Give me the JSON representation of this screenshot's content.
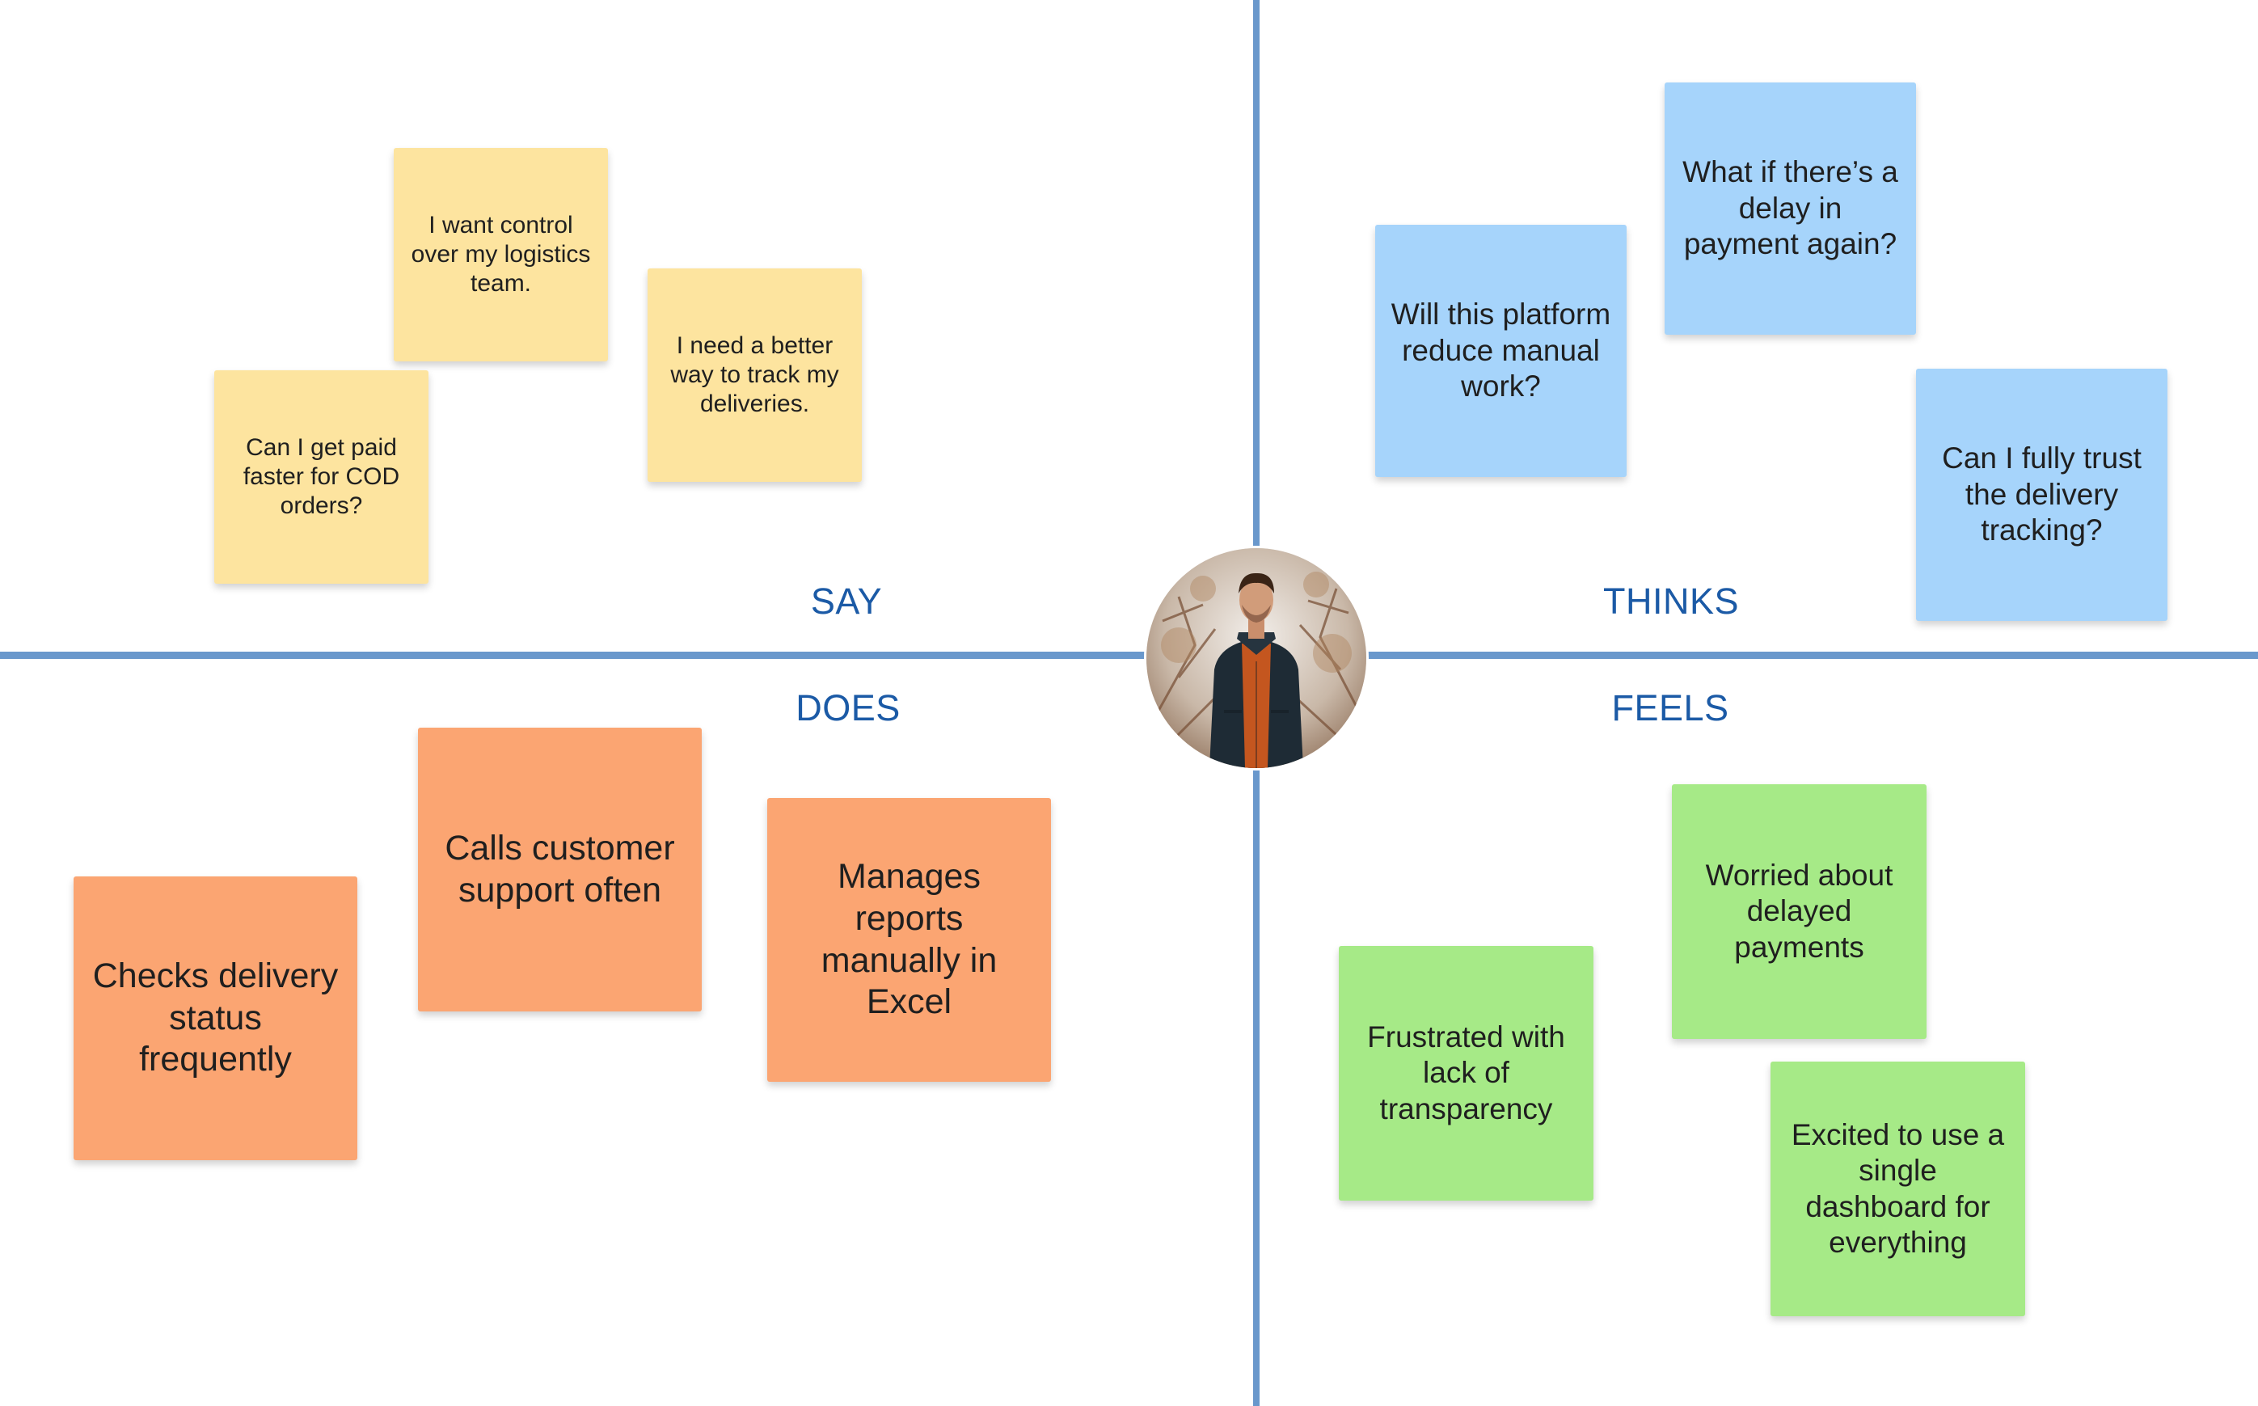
{
  "quadrants": {
    "say": {
      "label": "SAY",
      "notes": [
        "I want control over my logistics team.",
        "I need a better way to track my deliveries.",
        "Can I get paid faster for COD orders?"
      ]
    },
    "thinks": {
      "label": "THINKS",
      "notes": [
        "What if there’s a delay in payment again?",
        "Will this platform reduce manual work?",
        "Can I fully trust the delivery tracking?"
      ]
    },
    "does": {
      "label": "DOES",
      "notes": [
        "Calls customer support often",
        "Manages reports manually in Excel",
        "Checks delivery status frequently"
      ]
    },
    "feels": {
      "label": "FEELS",
      "notes": [
        "Worried about delayed payments",
        "Frustrated with lack of transparency",
        "Excited to use a single dashboard for everything"
      ]
    }
  },
  "colors": {
    "axis": "#6a98cc",
    "label": "#1b5aa6",
    "say_note": "#fde49f",
    "thinks_note": "#a6d4fb",
    "does_note": "#fba572",
    "feels_note": "#a6ea87"
  },
  "avatar": {
    "icon": "persona-photo"
  }
}
